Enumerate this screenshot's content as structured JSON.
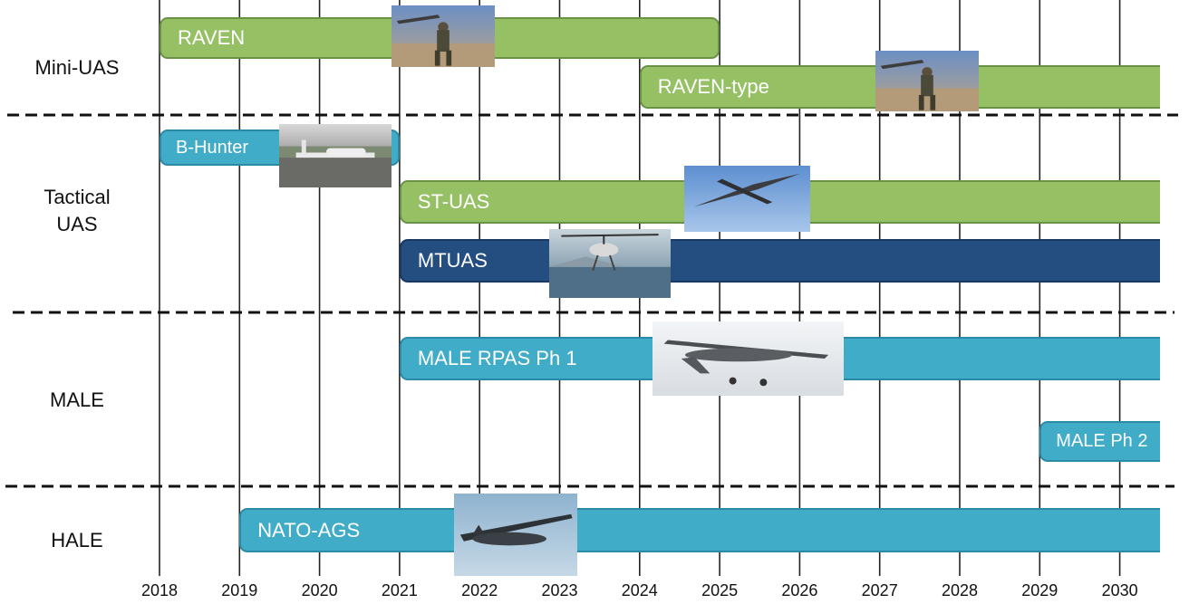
{
  "chart_data": {
    "type": "timeline",
    "x_ticks": [
      "2018",
      "2019",
      "2020",
      "2021",
      "2022",
      "2023",
      "2024",
      "2025",
      "2026",
      "2027",
      "2028",
      "2029",
      "2030"
    ],
    "xlim": [
      2018,
      2030.5
    ],
    "grid": "vertical lines at each year",
    "groups": [
      {
        "name": "Mini-UAS"
      },
      {
        "name": "Tactical\nUAS"
      },
      {
        "name": "MALE"
      },
      {
        "name": "HALE"
      }
    ],
    "bars": [
      {
        "label": "RAVEN",
        "group": "Mini-UAS",
        "start": 2018,
        "end": 2025,
        "color": "#96c064",
        "photo": "raven-hand-launch"
      },
      {
        "label": "RAVEN-type",
        "group": "Mini-UAS",
        "start": 2024,
        "end": 2030.5,
        "color": "#96c064",
        "photo": "raven-hand-launch"
      },
      {
        "label": "B-Hunter",
        "group": "Tactical\nUAS",
        "start": 2018,
        "end": 2021,
        "color": "#41acc8",
        "photo": "b-hunter-runway"
      },
      {
        "label": "ST-UAS",
        "group": "Tactical\nUAS",
        "start": 2021,
        "end": 2030.5,
        "color": "#96c064",
        "photo": "st-uas-in-flight"
      },
      {
        "label": "MTUAS",
        "group": "Tactical\nUAS",
        "start": 2021,
        "end": 2030.5,
        "color": "#244d80",
        "photo": "mtuas-helicopter"
      },
      {
        "label": "MALE RPAS Ph 1",
        "group": "MALE",
        "start": 2021,
        "end": 2030.5,
        "color": "#41acc8",
        "photo": "reaper-rpas"
      },
      {
        "label": "MALE Ph 2",
        "group": "MALE",
        "start": 2029,
        "end": 2030.5,
        "color": "#41acc8",
        "photo": ""
      },
      {
        "label": "NATO-AGS",
        "group": "HALE",
        "start": 2019,
        "end": 2030.5,
        "color": "#41acc8",
        "photo": "global-hawk"
      }
    ]
  }
}
